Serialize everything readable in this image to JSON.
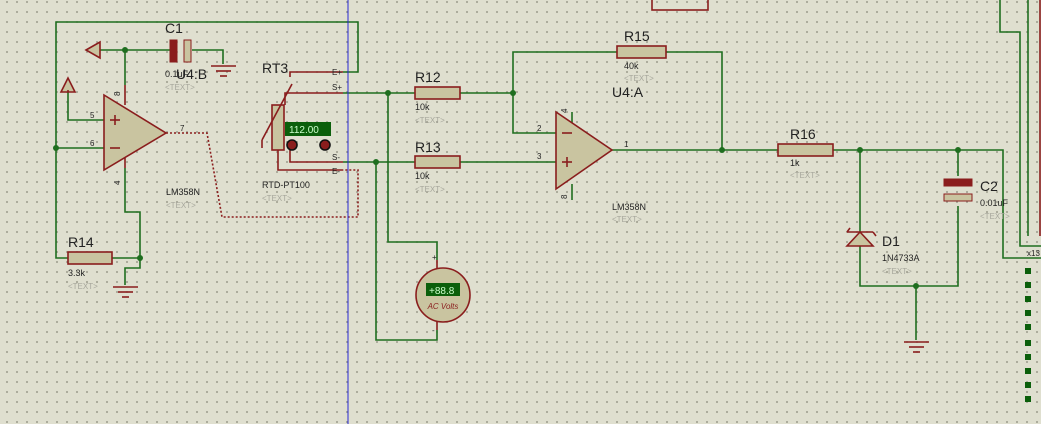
{
  "schematic": {
    "colors": {
      "wire": "#1f6e1f",
      "component": "#8a1d1d",
      "body_fill": "#c9c4a0",
      "background": "#dfdfcf",
      "lcd": "#0b5f0b",
      "lcd_text": "#ccffcc",
      "guide": "#2a2ad4"
    },
    "text_placeholder": "<TEXT>",
    "components": {
      "c1": {
        "ref": "C1",
        "value": "0.1uF"
      },
      "u4b": {
        "ref": "U4:B",
        "value": "LM358N",
        "pins": {
          "noninv": "5",
          "inv": "6",
          "out": "7",
          "vcc": "8",
          "gnd": "4"
        }
      },
      "r14": {
        "ref": "R14",
        "value": "3.3k"
      },
      "rt3": {
        "ref": "RT3",
        "value": "RTD-PT100",
        "reading": "112.00",
        "pins": {
          "e_plus": "E+",
          "s_plus": "S+",
          "s_minus": "S-",
          "e_minus": "E-"
        }
      },
      "r12": {
        "ref": "R12",
        "value": "10k"
      },
      "r13": {
        "ref": "R13",
        "value": "10k"
      },
      "r15": {
        "ref": "R15",
        "value": "40k"
      },
      "u4a": {
        "ref": "U4:A",
        "value": "LM358N",
        "pins": {
          "inv": "2",
          "noninv": "3",
          "out": "1",
          "vcc": "4",
          "gnd": "8"
        }
      },
      "voltmeter": {
        "reading": "+88.8",
        "label": "AC Volts",
        "plus": "+",
        "minus": "-"
      },
      "r16": {
        "ref": "R16",
        "value": "1k"
      },
      "d1": {
        "ref": "D1",
        "value": "1N4733A"
      },
      "c2": {
        "ref": "C2",
        "value": "0.01uF"
      },
      "connector": {
        "label": "x13"
      }
    }
  }
}
